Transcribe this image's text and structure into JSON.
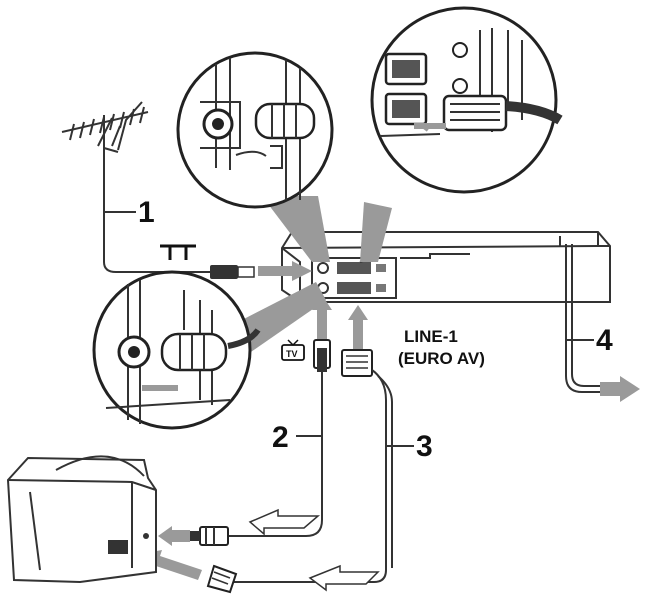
{
  "labels": {
    "step1": "1",
    "step2": "2",
    "step3": "3",
    "step4": "4",
    "line_in": "LINE-1",
    "euro_av": "(EURO AV)",
    "tv_symbol": "TV"
  },
  "colors": {
    "line": "#333333",
    "arrow_grey": "#9a9a9a",
    "background": "#ffffff"
  },
  "icons": [
    "antenna-icon",
    "antenna-symbol-icon",
    "tv-symbol-icon",
    "scart-plug-icon",
    "coax-plug-icon"
  ]
}
